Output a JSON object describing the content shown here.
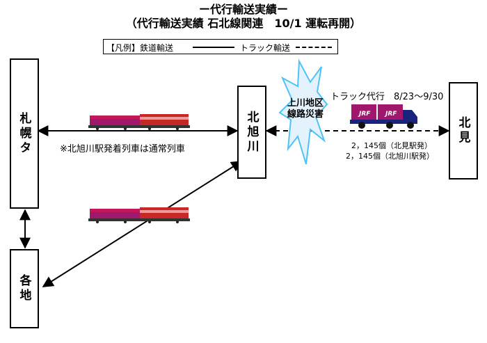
{
  "title": "ー代行輸送実績ー",
  "subtitle": "（代行輸送実績 石北線関連　10/1 運転再開）",
  "legend": {
    "prefix": "【凡例】鉄道輸送",
    "truck": "トラック輸送"
  },
  "stations": {
    "sapporo": "札幌タ",
    "various": "各地",
    "asahikawa": "北旭川",
    "kitami": "北見"
  },
  "disaster_label_1": "上川地区",
  "disaster_label_2": "線路災害",
  "truck_label": "トラック代行　8/23〜9/30",
  "count_kitami": "2，145個（北見駅発）",
  "count_asahikawa": "2，145個（北旭川駅発）",
  "rail_note": "※北旭川駅発着列車は通常列車",
  "truck_logo": "JRF",
  "colors": {
    "truck_body": "#1a237e",
    "container": "#a0176b",
    "locomotive": "#c62828",
    "explosion_fill": "#e3f2fd",
    "explosion_stroke": "#4fc3f7"
  }
}
